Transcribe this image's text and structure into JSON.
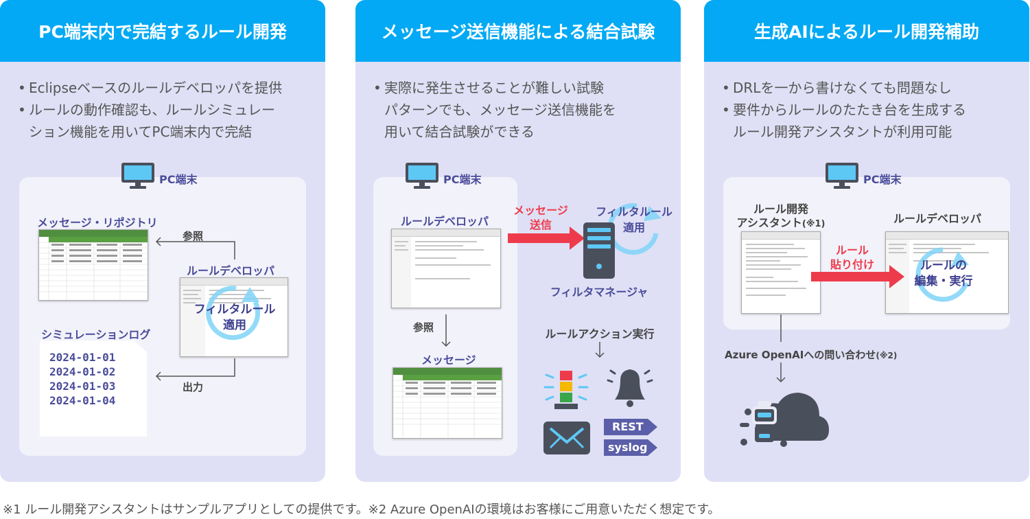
{
  "panels": [
    {
      "title": "PC端末内で完結するルール開発",
      "bullets": [
        "Eclipseベースのルールデベロッパを提供",
        "ルールの動作確認も、ルールシミュレーション機能を用いてPC端末内で完結"
      ],
      "bullet_lines": [
        [
          "Eclipseベースのルールデベロッパを提供"
        ],
        [
          "ルールの動作確認も、ルールシミュレー",
          "ション機能を用いてPC端末内で完結"
        ]
      ],
      "pc_label": "PC端末",
      "repo_label": "メッセージ・リポジトリ",
      "ref_label": "参照",
      "developer_label": "ルールデベロッパ",
      "filter_overlay": [
        "フィルタルール",
        "適用"
      ],
      "log_label": "シミュレーションログ",
      "output_label": "出力",
      "log_entries": [
        "2024-01-01",
        "2024-01-02",
        "2024-01-03",
        "2024-01-04"
      ]
    },
    {
      "title": "メッセージ送信機能による結合試験",
      "bullets": [
        "実際に発生させることが難しい試験パターンでも、メッセージ送信機能を用いて結合試験ができる"
      ],
      "bullet_lines": [
        [
          "実際に発生させることが難しい試験",
          "パターンでも、メッセージ送信機能を",
          "用いて結合試験ができる"
        ]
      ],
      "pc_label": "PC端末",
      "developer_label": "ルールデベロッパ",
      "send_label": [
        "メッセージ",
        "送信"
      ],
      "filter_rule_label": [
        "フィルタルール",
        "適用"
      ],
      "filter_manager_label": "フィルタマネージャ",
      "ref_label": "参照",
      "message_label": "メッセージ",
      "action_label": "ルールアクション実行",
      "rest_label": "REST",
      "syslog_label": "syslog"
    },
    {
      "title": "生成AIによるルール開発補助",
      "bullets": [
        "DRLを一から書けなくても問題なし",
        "要件からルールのたたき台を生成するルール開発アシスタントが利用可能"
      ],
      "bullet_lines": [
        [
          "DRLを一から書けなくても問題なし"
        ],
        [
          "要件からルールのたたき台を生成する",
          "ルール開発アシスタントが利用可能"
        ]
      ],
      "pc_label": "PC端末",
      "assistant_label": [
        "ルール開発",
        "アシスタント"
      ],
      "assistant_note": "(※1)",
      "developer_label": "ルールデベロッパ",
      "paste_label": [
        "ルール",
        "貼り付け"
      ],
      "edit_overlay": [
        "ルールの",
        "編集・実行"
      ],
      "azure_label": "Azure OpenAIへの問い合わせ",
      "azure_note": "(※2)"
    }
  ],
  "footer": "※1 ルール開発アシスタントはサンプルアプリとしての提供です。※2 Azure OpenAIの環境はお客様にご用意いただく想定です。",
  "colors": {
    "header": "#03a9f4",
    "panel": "#dfe0f5",
    "label": "#4a4c9a",
    "red": "#ee3b4b",
    "icon": "#4a4f5c",
    "screen": "#5ec8f5",
    "ring": "#7fd4f7"
  }
}
